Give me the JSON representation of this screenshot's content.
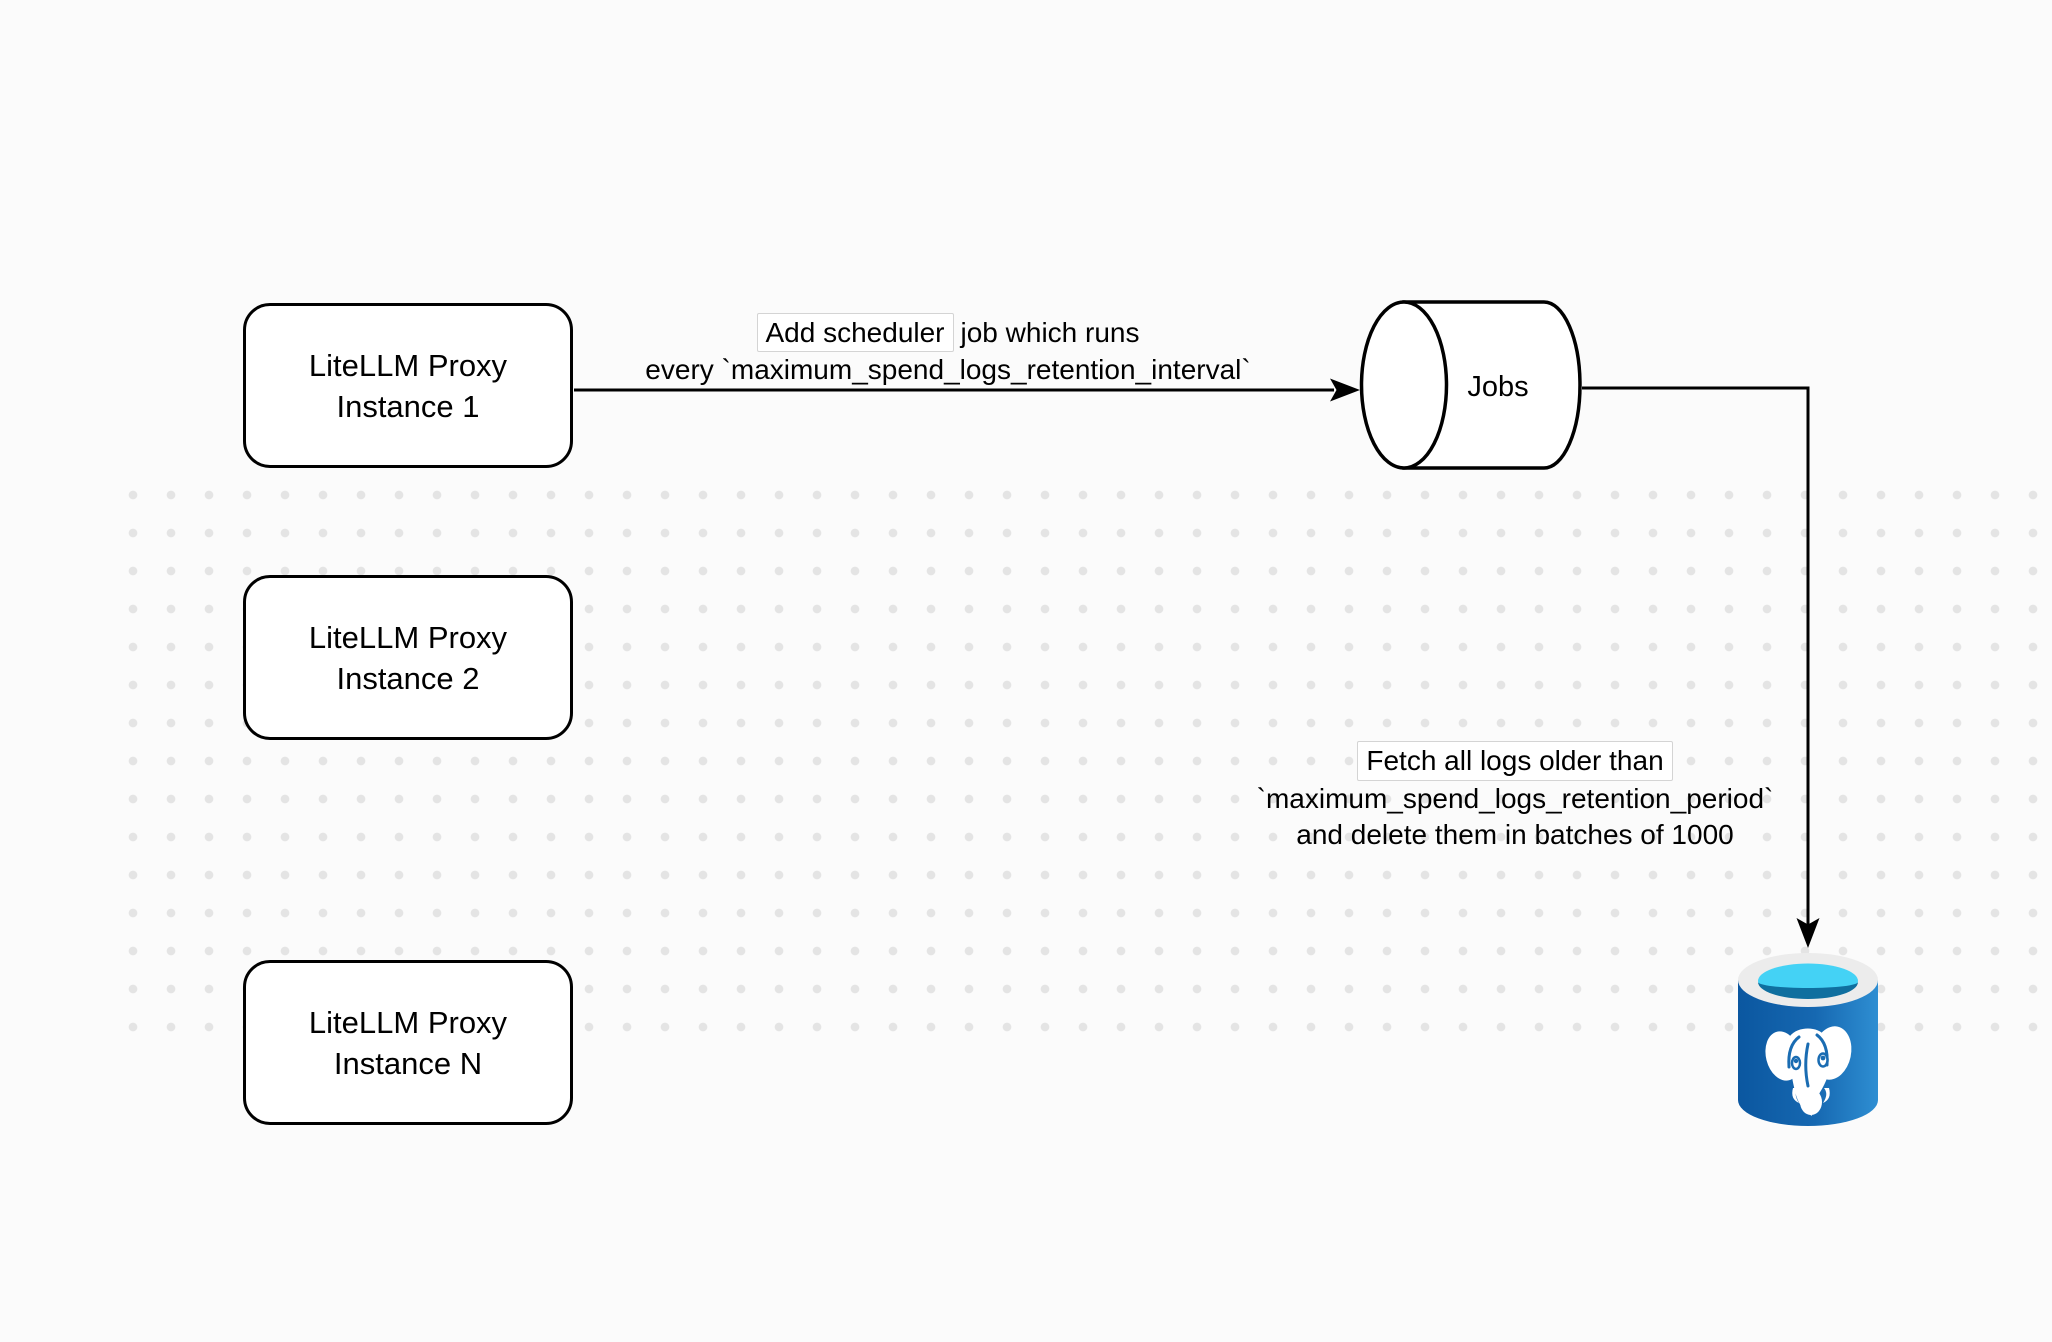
{
  "nodes": {
    "proxy_instances": [
      {
        "line1": "LiteLLM Proxy",
        "line2": "Instance 1"
      },
      {
        "line1": "LiteLLM Proxy",
        "line2": "Instance 2"
      },
      {
        "line1": "LiteLLM Proxy",
        "line2": "Instance N"
      }
    ],
    "jobs_queue": {
      "label": "Jobs"
    },
    "database": {
      "icon": "postgresql-database-icon"
    }
  },
  "edges": {
    "add_job": {
      "line1_boxed": "Add scheduler",
      "line1_rest": "job which runs",
      "line2": "every `maximum_spend_logs_retention_interval`"
    },
    "fetch_delete": {
      "line1_boxed": "Fetch all logs older than",
      "line2": "`maximum_spend_logs_retention_period`",
      "line3": "and delete them in batches of 1000"
    }
  },
  "colors": {
    "stroke": "#000000",
    "node_fill": "#ffffff",
    "background_dot": "#e4e4e4",
    "db_body_dark": "#0b57a0",
    "db_body": "#1668b1",
    "db_body_light": "#2e8ed2",
    "db_rim": "#ececec",
    "db_water": "#44d2f5",
    "db_water_dark": "#0f6f9f",
    "db_detail": "#1a6cb2"
  }
}
